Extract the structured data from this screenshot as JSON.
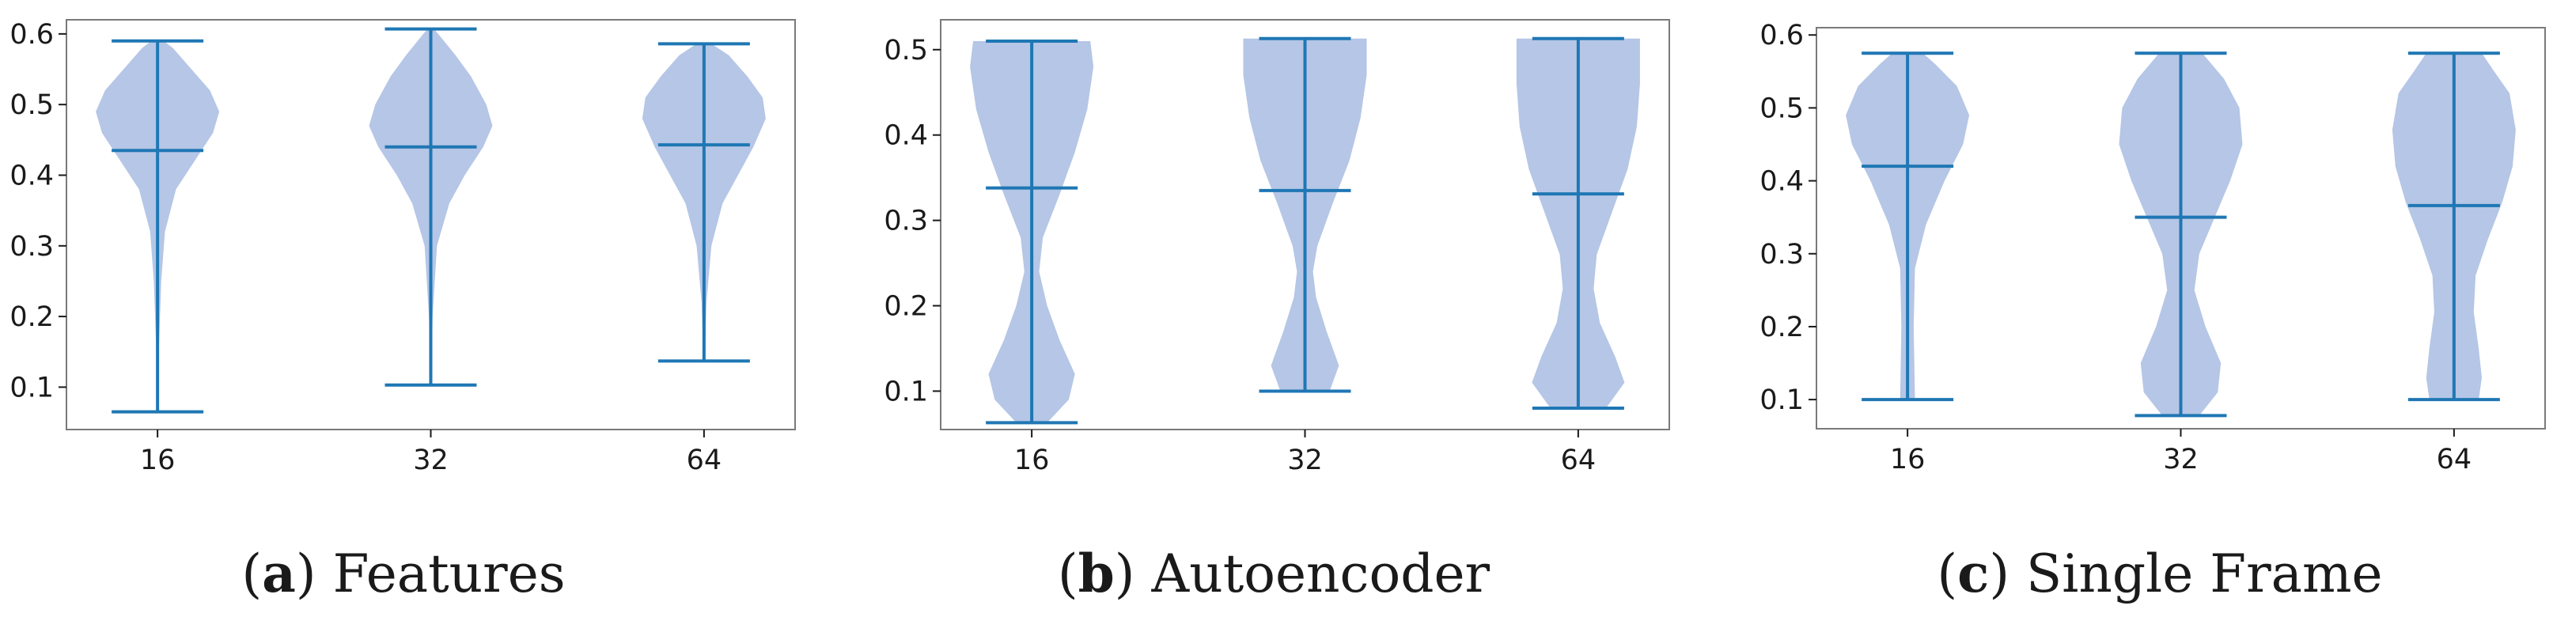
{
  "chart_data": [
    {
      "type": "violin",
      "panel_label": "a",
      "caption": "Features",
      "categories": [
        "16",
        "32",
        "64"
      ],
      "ylim": [
        0.04,
        0.62
      ],
      "yticks": [
        "0.1",
        "0.2",
        "0.3",
        "0.4",
        "0.5",
        "0.6"
      ],
      "series": [
        {
          "min": 0.065,
          "mean": 0.435,
          "max": 0.59,
          "profile": [
            [
              0.065,
              0.01
            ],
            [
              0.15,
              0.02
            ],
            [
              0.25,
              0.06
            ],
            [
              0.32,
              0.12
            ],
            [
              0.38,
              0.3
            ],
            [
              0.42,
              0.6
            ],
            [
              0.46,
              0.9
            ],
            [
              0.49,
              1.0
            ],
            [
              0.52,
              0.85
            ],
            [
              0.55,
              0.55
            ],
            [
              0.58,
              0.25
            ],
            [
              0.59,
              0.1
            ]
          ]
        },
        {
          "min": 0.103,
          "mean": 0.44,
          "max": 0.607,
          "profile": [
            [
              0.103,
              0.01
            ],
            [
              0.2,
              0.03
            ],
            [
              0.3,
              0.1
            ],
            [
              0.36,
              0.3
            ],
            [
              0.4,
              0.55
            ],
            [
              0.44,
              0.85
            ],
            [
              0.47,
              1.0
            ],
            [
              0.5,
              0.9
            ],
            [
              0.54,
              0.65
            ],
            [
              0.57,
              0.4
            ],
            [
              0.6,
              0.12
            ],
            [
              0.607,
              0.05
            ]
          ]
        },
        {
          "min": 0.137,
          "mean": 0.443,
          "max": 0.586,
          "profile": [
            [
              0.137,
              0.01
            ],
            [
              0.22,
              0.04
            ],
            [
              0.3,
              0.12
            ],
            [
              0.36,
              0.3
            ],
            [
              0.4,
              0.55
            ],
            [
              0.44,
              0.8
            ],
            [
              0.48,
              1.0
            ],
            [
              0.51,
              0.95
            ],
            [
              0.54,
              0.7
            ],
            [
              0.57,
              0.4
            ],
            [
              0.586,
              0.12
            ]
          ]
        }
      ]
    },
    {
      "type": "violin",
      "panel_label": "b",
      "caption": "Autoencoder",
      "categories": [
        "16",
        "32",
        "64"
      ],
      "ylim": [
        0.055,
        0.535
      ],
      "yticks": [
        "0.1",
        "0.2",
        "0.3",
        "0.4",
        "0.5"
      ],
      "series": [
        {
          "min": 0.063,
          "mean": 0.338,
          "max": 0.51,
          "profile": [
            [
              0.063,
              0.25
            ],
            [
              0.09,
              0.6
            ],
            [
              0.12,
              0.7
            ],
            [
              0.16,
              0.45
            ],
            [
              0.2,
              0.25
            ],
            [
              0.24,
              0.12
            ],
            [
              0.28,
              0.18
            ],
            [
              0.33,
              0.45
            ],
            [
              0.38,
              0.7
            ],
            [
              0.43,
              0.9
            ],
            [
              0.48,
              1.0
            ],
            [
              0.51,
              0.95
            ]
          ]
        },
        {
          "min": 0.1,
          "mean": 0.335,
          "max": 0.513,
          "profile": [
            [
              0.1,
              0.4
            ],
            [
              0.13,
              0.55
            ],
            [
              0.17,
              0.35
            ],
            [
              0.21,
              0.18
            ],
            [
              0.24,
              0.13
            ],
            [
              0.27,
              0.2
            ],
            [
              0.32,
              0.45
            ],
            [
              0.37,
              0.72
            ],
            [
              0.42,
              0.9
            ],
            [
              0.47,
              1.0
            ],
            [
              0.513,
              1.0
            ]
          ]
        },
        {
          "min": 0.08,
          "mean": 0.331,
          "max": 0.513,
          "profile": [
            [
              0.08,
              0.45
            ],
            [
              0.11,
              0.75
            ],
            [
              0.14,
              0.6
            ],
            [
              0.18,
              0.35
            ],
            [
              0.22,
              0.25
            ],
            [
              0.26,
              0.3
            ],
            [
              0.31,
              0.55
            ],
            [
              0.36,
              0.8
            ],
            [
              0.41,
              0.95
            ],
            [
              0.46,
              1.0
            ],
            [
              0.513,
              1.0
            ]
          ]
        }
      ]
    },
    {
      "type": "violin",
      "panel_label": "c",
      "caption": "Single Frame",
      "categories": [
        "16",
        "32",
        "64"
      ],
      "ylim": [
        0.06,
        0.61
      ],
      "yticks": [
        "0.1",
        "0.2",
        "0.3",
        "0.4",
        "0.5",
        "0.6"
      ],
      "series": [
        {
          "min": 0.1,
          "mean": 0.42,
          "max": 0.575,
          "profile": [
            [
              0.1,
              0.12
            ],
            [
              0.2,
              0.1
            ],
            [
              0.28,
              0.12
            ],
            [
              0.34,
              0.3
            ],
            [
              0.4,
              0.6
            ],
            [
              0.45,
              0.9
            ],
            [
              0.49,
              1.0
            ],
            [
              0.53,
              0.8
            ],
            [
              0.56,
              0.45
            ],
            [
              0.575,
              0.25
            ]
          ]
        },
        {
          "min": 0.078,
          "mean": 0.35,
          "max": 0.575,
          "profile": [
            [
              0.078,
              0.3
            ],
            [
              0.11,
              0.6
            ],
            [
              0.15,
              0.65
            ],
            [
              0.2,
              0.4
            ],
            [
              0.25,
              0.22
            ],
            [
              0.3,
              0.3
            ],
            [
              0.35,
              0.55
            ],
            [
              0.4,
              0.8
            ],
            [
              0.45,
              1.0
            ],
            [
              0.5,
              0.95
            ],
            [
              0.54,
              0.7
            ],
            [
              0.575,
              0.35
            ]
          ]
        },
        {
          "min": 0.1,
          "mean": 0.366,
          "max": 0.575,
          "profile": [
            [
              0.1,
              0.4
            ],
            [
              0.13,
              0.45
            ],
            [
              0.17,
              0.4
            ],
            [
              0.22,
              0.32
            ],
            [
              0.27,
              0.35
            ],
            [
              0.32,
              0.55
            ],
            [
              0.37,
              0.78
            ],
            [
              0.42,
              0.95
            ],
            [
              0.47,
              1.0
            ],
            [
              0.52,
              0.9
            ],
            [
              0.55,
              0.65
            ],
            [
              0.575,
              0.45
            ]
          ]
        }
      ]
    }
  ],
  "style": {
    "violin_fill": "#b5c6e6",
    "line_color": "#1f77b4"
  }
}
